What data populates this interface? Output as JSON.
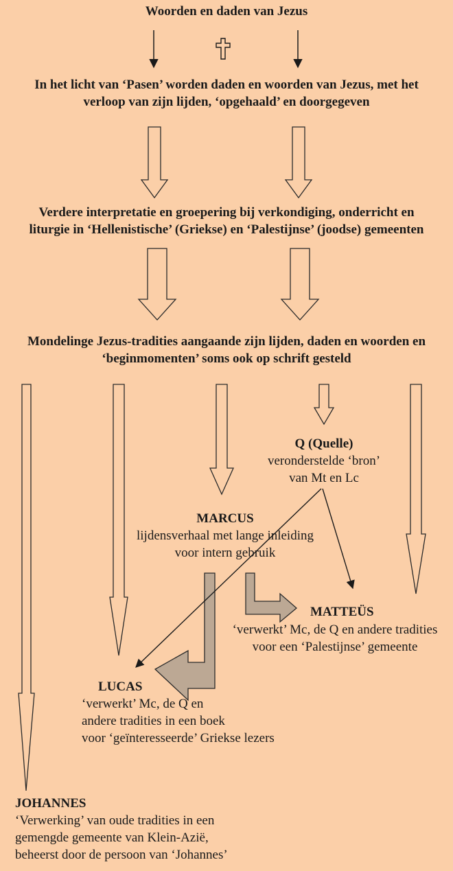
{
  "title": "Woorden en daden van Jezus",
  "stage_pasen": {
    "line1": "In het licht van ‘Pasen’ worden daden en woorden van Jezus, met het",
    "line2": "verloop van zijn lijden, ‘opgehaald’ en doorgegeven"
  },
  "stage_interpretation": {
    "line1": "Verdere interpretatie en groepering bij verkondiging, onderricht en",
    "line2": "liturgie in ‘Hellenistische’ (Griekse) en ‘Palestijnse’ (joodse) gemeenten"
  },
  "stage_oral": {
    "line1": "Mondelinge Jezus-tradities aangaande zijn lijden, daden en woorden en",
    "line2": "‘beginmomenten’ soms ook op schrift gesteld"
  },
  "q": {
    "title": "Q (Quelle)",
    "line1": "veronderstelde ‘bron’",
    "line2": "van Mt en Lc"
  },
  "marcus": {
    "title": "MARCUS",
    "line1": "lijdensverhaal met lange inleiding",
    "line2": "voor intern gebruik"
  },
  "matteus": {
    "title": "MATTEÜS",
    "line1": "‘verwerkt’ Mc, de Q en andere tradities",
    "line2": "voor een ‘Palestijnse’ gemeente"
  },
  "lucas": {
    "title": "LUCAS",
    "line1": "‘verwerkt’ Mc, de Q en",
    "line2": "andere tradities in een boek",
    "line3": "voor ‘geïnteresseerde’ Griekse lezers"
  },
  "johannes": {
    "title": "JOHANNES",
    "line1": "‘Verwerking’ van oude tradities in een",
    "line2": "gemengde gemeente van Klein-Azië,",
    "line3": "beheerst door de persoon van ‘Johannes’"
  },
  "colors": {
    "background": "#fbcfa8",
    "text": "#1a1a1a",
    "arrow_stroke": "#2a2a2a",
    "arrow_fill": "#fbcfa8",
    "shaded_arrow_fill": "#bca894"
  },
  "icons": [
    "cross-icon"
  ]
}
